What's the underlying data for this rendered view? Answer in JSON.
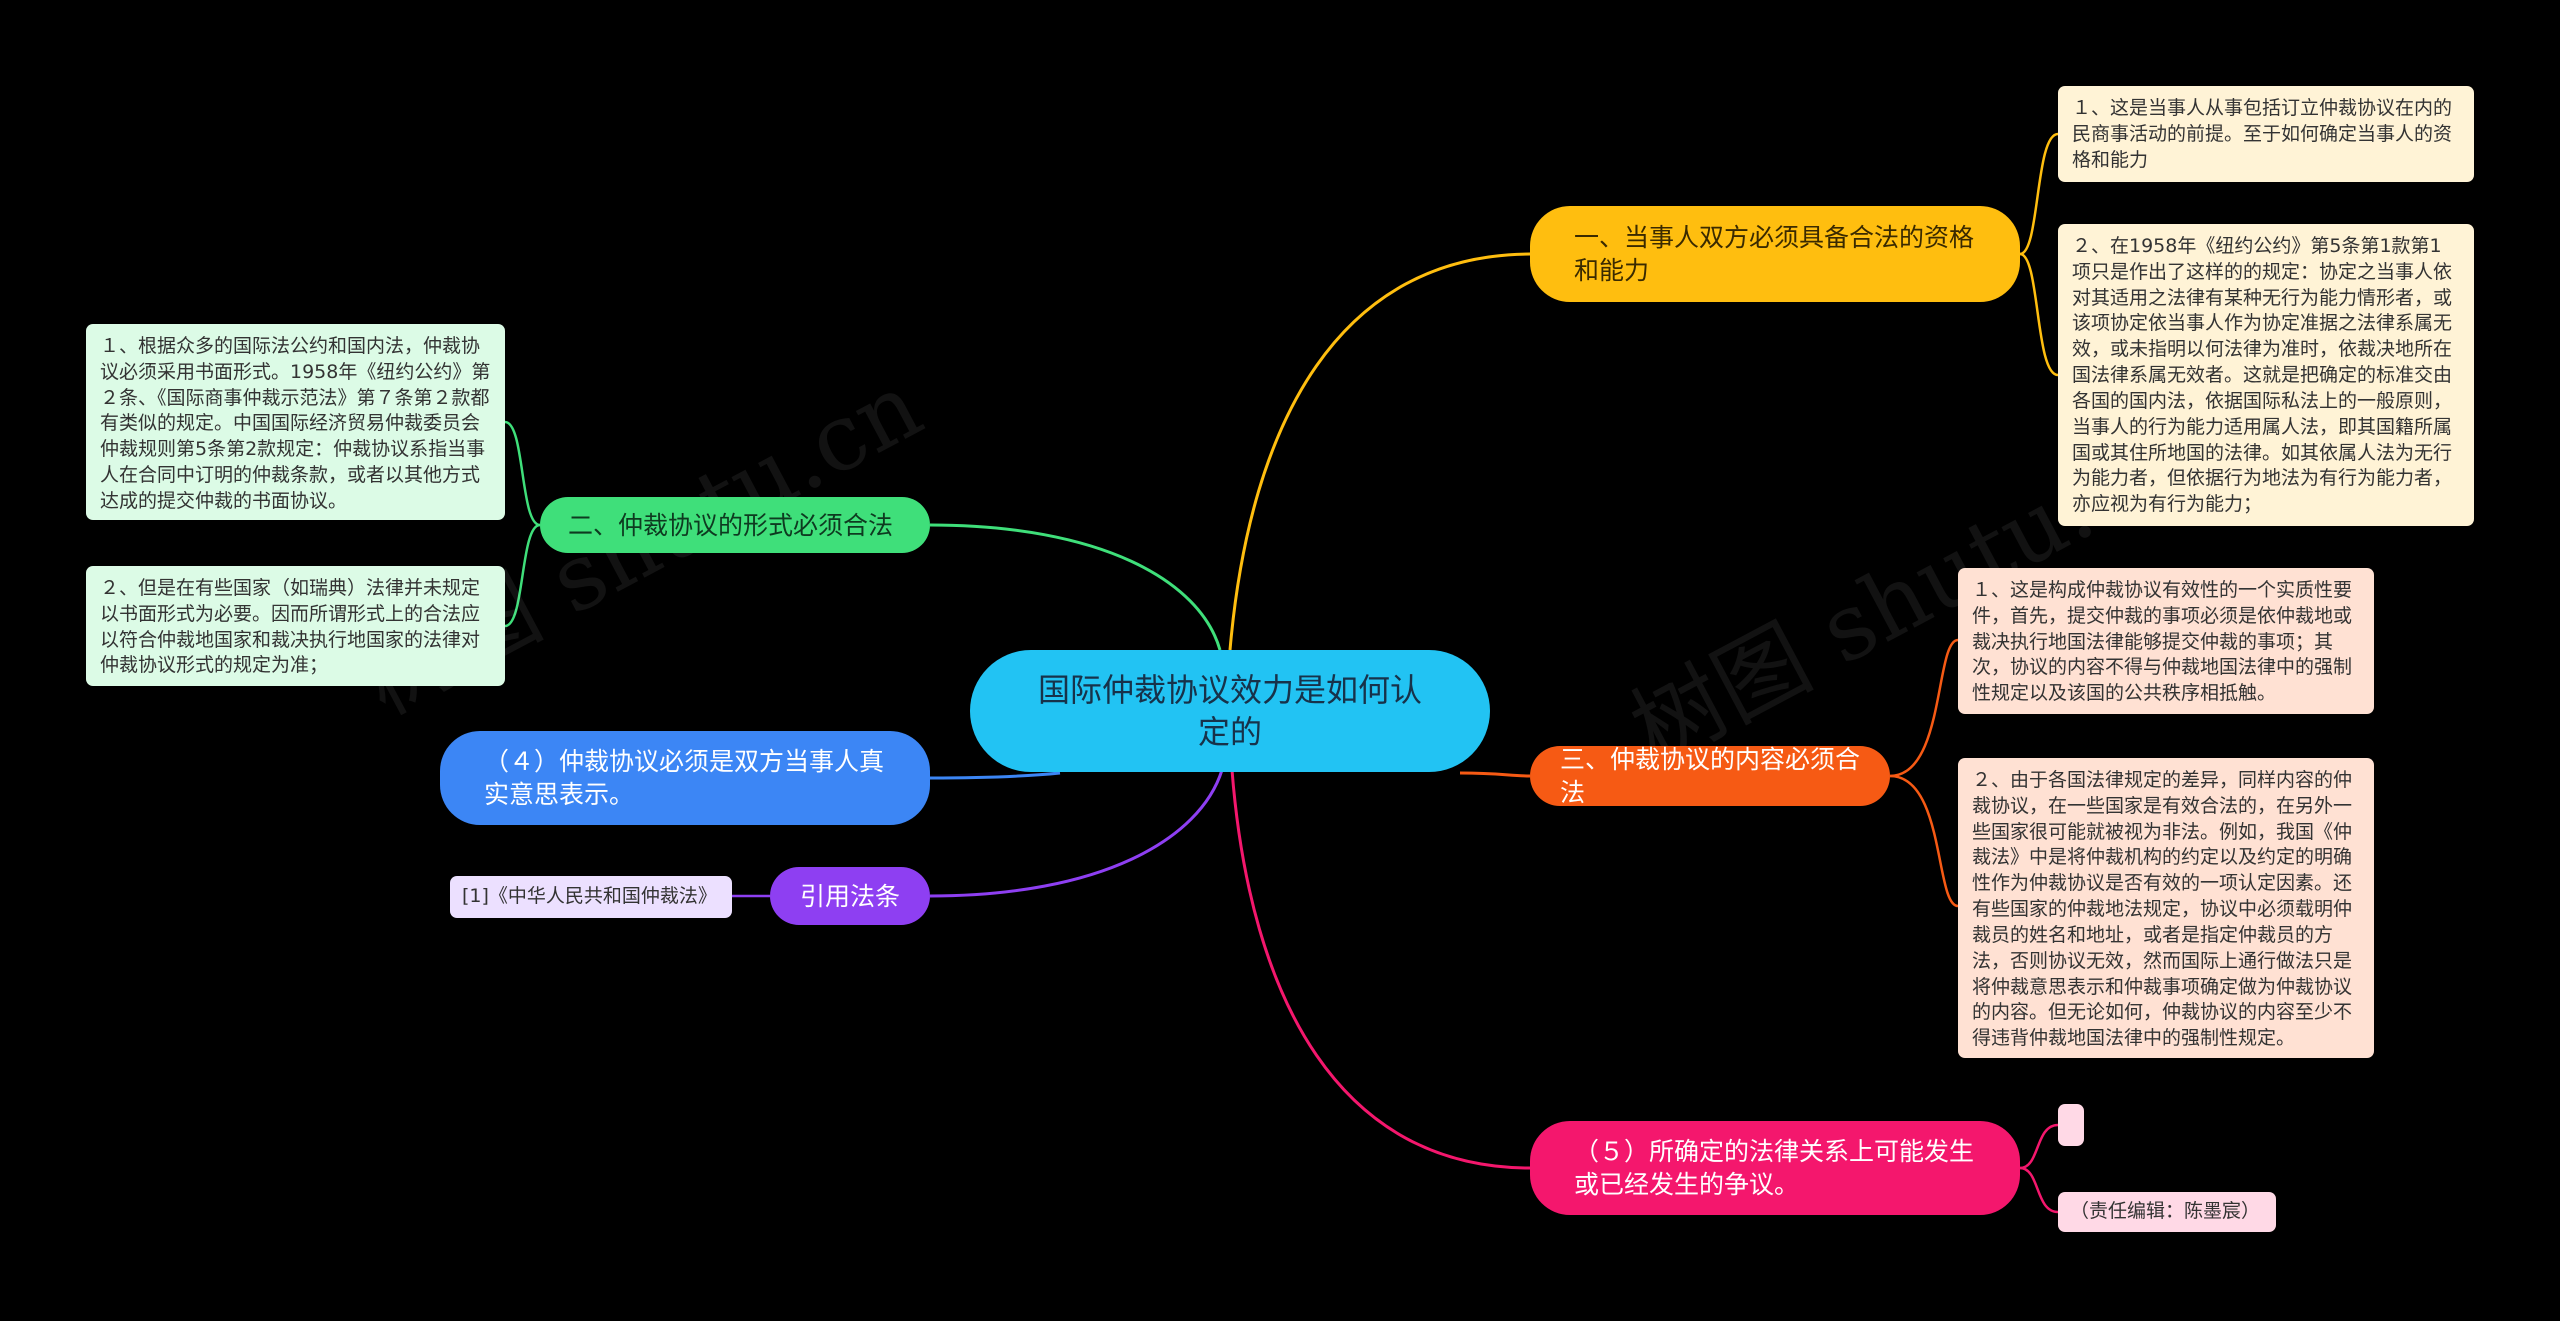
{
  "center": "国际仲裁协议效力是如何认定的",
  "branches": {
    "b1": "一、当事人双方必须具备合法的资格和能力",
    "b2": "二、仲裁协议的形式必须合法",
    "b3": "三、仲裁协议的内容必须合法",
    "b4": "（４）仲裁协议必须是双方当事人真实意思表示。",
    "b5": "（５）所确定的法律关系上可能发生或已经发生的争议。",
    "b6": "引用法条"
  },
  "leaves": {
    "b1_1": "１、这是当事人从事包括订立仲裁协议在内的民商事活动的前提。至于如何确定当事人的资格和能力",
    "b1_2": "２、在1958年《纽约公约》第5条第1款第1项只是作出了这样的的规定：协定之当事人依对其适用之法律有某种无行为能力情形者，或该项协定依当事人作为协定准据之法律系属无效，或未指明以何法律为准时，依裁决地所在国法律系属无效者。这就是把确定的标准交由各国的国内法，依据国际私法上的一般原则，当事人的行为能力适用属人法，即其国籍所属国或其住所地国的法律。如其依属人法为无行为能力者，但依据行为地法为有行为能力者，亦应视为有行为能力；",
    "b2_1": "１、根据众多的国际法公约和国内法，仲裁协议必须采用书面形式。1958年《纽约公约》第２条、《国际商事仲裁示范法》第７条第２款都有类似的规定。中国国际经济贸易仲裁委员会仲裁规则第5条第2款规定：仲裁协议系指当事人在合同中订明的仲裁条款，或者以其他方式达成的提交仲裁的书面协议。",
    "b2_2": "２、但是在有些国家（如瑞典）法律并未规定以书面形式为必要。因而所谓形式上的合法应以符合仲裁地国家和裁决执行地国家的法律对仲裁协议形式的规定为准；",
    "b3_1": "１、这是构成仲裁协议有效性的一个实质性要件，首先，提交仲裁的事项必须是依仲裁地或裁决执行地国法律能够提交仲裁的事项；其次，协议的内容不得与仲裁地国法律中的强制性规定以及该国的公共秩序相抵触。",
    "b3_2": "２、由于各国法律规定的差异，同样内容的仲裁协议，在一些国家是有效合法的，在另外一些国家很可能就被视为非法。例如，我国《仲裁法》中是将仲裁机构的约定以及约定的明确性作为仲裁协议是否有效的一项认定因素。还有些国家的仲裁地法规定，协议中必须载明仲裁员的姓名和地址，或者是指定仲裁员的方法，否则协议无效，然而国际上通行做法只是将仲裁意思表示和仲裁事项确定做为仲裁协议的内容。但无论如何，仲裁协议的内容至少不得违背仲裁地国法律中的强制性规定。",
    "b5_1": "",
    "b5_2": "（责任编辑：陈墨宸）",
    "b6_1": "[1]《中华人民共和国仲裁法》"
  },
  "watermark": "树图 shutu.cn",
  "colors": {
    "background": "#000000",
    "center": "#22c3f3",
    "b1": "#ffbe0f",
    "b2": "#3fdf7a",
    "b3": "#f65a14",
    "b4": "#3c86f5",
    "b5": "#f4176d",
    "b6": "#8e3ff2"
  }
}
